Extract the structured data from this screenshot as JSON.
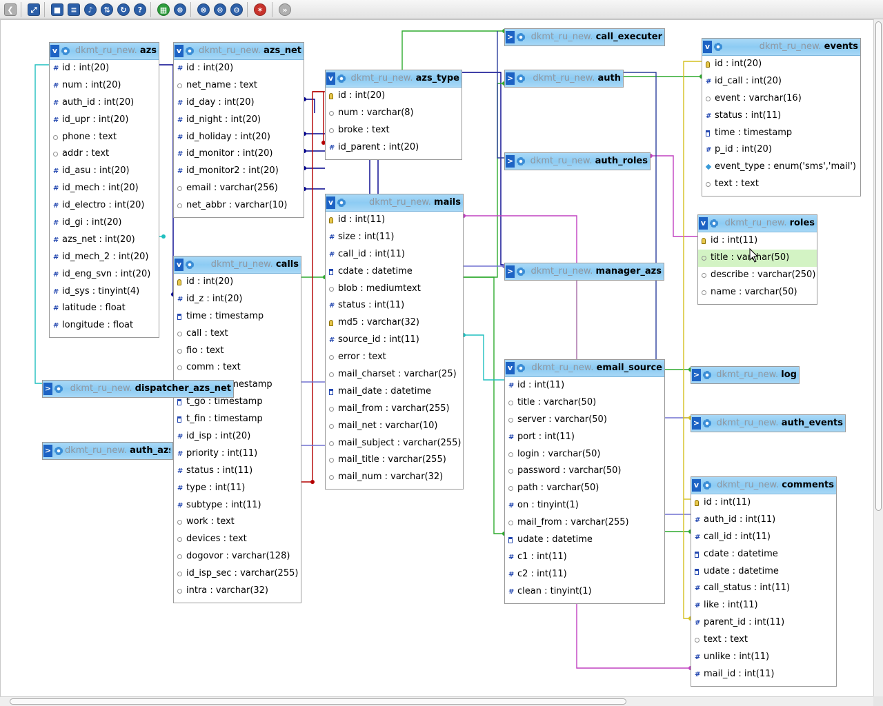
{
  "toolbar": {
    "buttons": [
      {
        "name": "back-icon",
        "glyph": "❮",
        "color": "#b0b0b0"
      },
      {
        "name": "fullscreen-icon",
        "glyph": "⤢",
        "color": "#2c5fa8"
      },
      {
        "name": "save-icon",
        "glyph": "■",
        "color": "#2c5fa8"
      },
      {
        "name": "table-list-icon",
        "glyph": "≡",
        "color": "#2c5fa8"
      },
      {
        "name": "relation-icon",
        "glyph": "♪",
        "color": "#2c5fa8"
      },
      {
        "name": "collapse-icon",
        "glyph": "⇅",
        "color": "#2c5fa8"
      },
      {
        "name": "reload-icon",
        "glyph": "↻",
        "color": "#2c5fa8"
      },
      {
        "name": "help-icon",
        "glyph": "?",
        "color": "#2c5fa8"
      },
      {
        "name": "snap-grid-icon",
        "glyph": "▦",
        "color": "#2e9c3c"
      },
      {
        "name": "angular-links-icon",
        "glyph": "⊕",
        "color": "#2c5fa8"
      },
      {
        "name": "toggle-small-big-icon",
        "glyph": "⊗",
        "color": "#2c5fa8"
      },
      {
        "name": "toggle-relations-icon",
        "glyph": "⊙",
        "color": "#2c5fa8"
      },
      {
        "name": "minimize-icon",
        "glyph": "⊖",
        "color": "#2c5fa8"
      },
      {
        "name": "export-pdf-icon",
        "glyph": "✶",
        "color": "#c8332c"
      },
      {
        "name": "close-panel-icon",
        "glyph": "»",
        "color": "#b0b0b0"
      }
    ]
  },
  "schema": "dkmt_ru_new.",
  "tables": [
    {
      "name": "azs",
      "expanded": true,
      "cols": [
        [
          "num",
          "id : int(20)"
        ],
        [
          "num",
          "num : int(20)"
        ],
        [
          "num",
          "auth_id : int(20)"
        ],
        [
          "num",
          "id_upr : int(20)"
        ],
        [
          "text",
          "phone : text"
        ],
        [
          "text",
          "addr : text"
        ],
        [
          "num",
          "id_asu : int(20)"
        ],
        [
          "num",
          "id_mech : int(20)"
        ],
        [
          "num",
          "id_electro : int(20)"
        ],
        [
          "num",
          "id_gi : int(20)"
        ],
        [
          "num",
          "azs_net : int(20)"
        ],
        [
          "num",
          "id_mech_2 : int(20)"
        ],
        [
          "num",
          "id_eng_svn : int(20)"
        ],
        [
          "num",
          "id_sys : tinyint(4)"
        ],
        [
          "num",
          "latitude : float"
        ],
        [
          "num",
          "longitude : float"
        ]
      ]
    },
    {
      "name": "azs_net",
      "expanded": true,
      "cols": [
        [
          "num",
          "id : int(20)"
        ],
        [
          "text",
          "net_name : text"
        ],
        [
          "num",
          "id_day : int(20)"
        ],
        [
          "num",
          "id_night : int(20)"
        ],
        [
          "num",
          "id_holiday : int(20)"
        ],
        [
          "num",
          "id_monitor : int(20)"
        ],
        [
          "num",
          "id_monitor2 : int(20)"
        ],
        [
          "text",
          "email : varchar(256)"
        ],
        [
          "text",
          "net_abbr : varchar(10)"
        ]
      ]
    },
    {
      "name": "azs_type",
      "expanded": true,
      "cols": [
        [
          "key",
          "id : int(20)"
        ],
        [
          "text",
          "num : varchar(8)"
        ],
        [
          "text",
          "broke : text"
        ],
        [
          "num",
          "id_parent : int(20)"
        ]
      ]
    },
    {
      "name": "mails",
      "expanded": true,
      "cols": [
        [
          "key",
          "id : int(11)"
        ],
        [
          "num",
          "size : int(11)"
        ],
        [
          "num",
          "call_id : int(11)"
        ],
        [
          "date",
          "cdate : datetime"
        ],
        [
          "text",
          "blob : mediumtext"
        ],
        [
          "num",
          "status : int(11)"
        ],
        [
          "key",
          "md5 : varchar(32)"
        ],
        [
          "num",
          "source_id : int(11)"
        ],
        [
          "text",
          "error : text"
        ],
        [
          "text",
          "mail_charset : varchar(25)"
        ],
        [
          "date",
          "mail_date : datetime"
        ],
        [
          "text",
          "mail_from : varchar(255)"
        ],
        [
          "text",
          "mail_net : varchar(10)"
        ],
        [
          "text",
          "mail_subject : varchar(255)"
        ],
        [
          "text",
          "mail_title : varchar(255)"
        ],
        [
          "text",
          "mail_num : varchar(32)"
        ]
      ]
    },
    {
      "name": "calls",
      "expanded": true,
      "cols": [
        [
          "key",
          "id : int(20)"
        ],
        [
          "num",
          "id_z : int(20)"
        ],
        [
          "date",
          "time : timestamp"
        ],
        [
          "text",
          "call : text"
        ],
        [
          "text",
          "fio : text"
        ],
        [
          "text",
          "comm : text"
        ],
        [
          "date",
          "t_start : timestamp"
        ],
        [
          "date",
          "t_go : timestamp"
        ],
        [
          "date",
          "t_fin : timestamp"
        ],
        [
          "num",
          "id_isp : int(20)"
        ],
        [
          "num",
          "priority : int(11)"
        ],
        [
          "num",
          "status : int(11)"
        ],
        [
          "num",
          "type : int(11)"
        ],
        [
          "num",
          "subtype : int(11)"
        ],
        [
          "text",
          "work : text"
        ],
        [
          "text",
          "devices : text"
        ],
        [
          "text",
          "dogovor : varchar(128)"
        ],
        [
          "text",
          "id_isp_sec : varchar(255)"
        ],
        [
          "text",
          "intra : varchar(32)"
        ]
      ]
    },
    {
      "name": "events",
      "expanded": true,
      "cols": [
        [
          "key",
          "id : int(20)"
        ],
        [
          "num",
          "id_call : int(20)"
        ],
        [
          "text",
          "event : varchar(16)"
        ],
        [
          "num",
          "status : int(11)"
        ],
        [
          "date",
          "time : timestamp"
        ],
        [
          "num",
          "p_id : int(20)"
        ],
        [
          "enum",
          "event_type : enum('sms','mail')"
        ],
        [
          "text",
          "text : text"
        ]
      ]
    },
    {
      "name": "roles",
      "expanded": true,
      "cols": [
        [
          "key",
          "id : int(11)"
        ],
        [
          "text",
          "title : varchar(50)"
        ],
        [
          "text",
          "describe : varchar(250)"
        ],
        [
          "text",
          "name : varchar(50)"
        ]
      ],
      "highlight": 1
    },
    {
      "name": "email_source",
      "expanded": true,
      "cols": [
        [
          "num",
          "id : int(11)"
        ],
        [
          "text",
          "title : varchar(50)"
        ],
        [
          "text",
          "server : varchar(50)"
        ],
        [
          "num",
          "port : int(11)"
        ],
        [
          "text",
          "login : varchar(50)"
        ],
        [
          "text",
          "password : varchar(50)"
        ],
        [
          "text",
          "path : varchar(50)"
        ],
        [
          "num",
          "on : tinyint(1)"
        ],
        [
          "text",
          "mail_from : varchar(255)"
        ],
        [
          "date",
          "udate : datetime"
        ],
        [
          "num",
          "c1 : int(11)"
        ],
        [
          "num",
          "c2 : int(11)"
        ],
        [
          "num",
          "clean : tinyint(1)"
        ]
      ]
    },
    {
      "name": "comments",
      "expanded": true,
      "cols": [
        [
          "key",
          "id : int(11)"
        ],
        [
          "num",
          "auth_id : int(11)"
        ],
        [
          "num",
          "call_id : int(11)"
        ],
        [
          "date",
          "cdate : datetime"
        ],
        [
          "date",
          "udate : datetime"
        ],
        [
          "num",
          "call_status : int(11)"
        ],
        [
          "num",
          "like : int(11)"
        ],
        [
          "num",
          "parent_id : int(11)"
        ],
        [
          "text",
          "text : text"
        ],
        [
          "num",
          "unlike : int(11)"
        ],
        [
          "num",
          "mail_id : int(11)"
        ]
      ]
    },
    {
      "name": "call_executer",
      "expanded": false,
      "cols": []
    },
    {
      "name": "auth",
      "expanded": false,
      "cols": []
    },
    {
      "name": "auth_roles",
      "expanded": false,
      "cols": []
    },
    {
      "name": "manager_azs",
      "expanded": false,
      "cols": []
    },
    {
      "name": "log",
      "expanded": false,
      "cols": []
    },
    {
      "name": "auth_events",
      "expanded": false,
      "cols": []
    },
    {
      "name": "dispatcher_azs_net",
      "expanded": false,
      "cols": []
    },
    {
      "name": "auth_azs",
      "expanded": false,
      "cols": []
    }
  ],
  "links": [
    {
      "color": "#1fbfbf"
    },
    {
      "color": "#00008b"
    },
    {
      "color": "#2eaa2e"
    },
    {
      "color": "#b40000"
    },
    {
      "color": "#c040c0"
    },
    {
      "color": "#7070d0"
    },
    {
      "color": "#d4c020"
    },
    {
      "color": "#2c3e9c"
    },
    {
      "color": "#b089b0"
    }
  ]
}
